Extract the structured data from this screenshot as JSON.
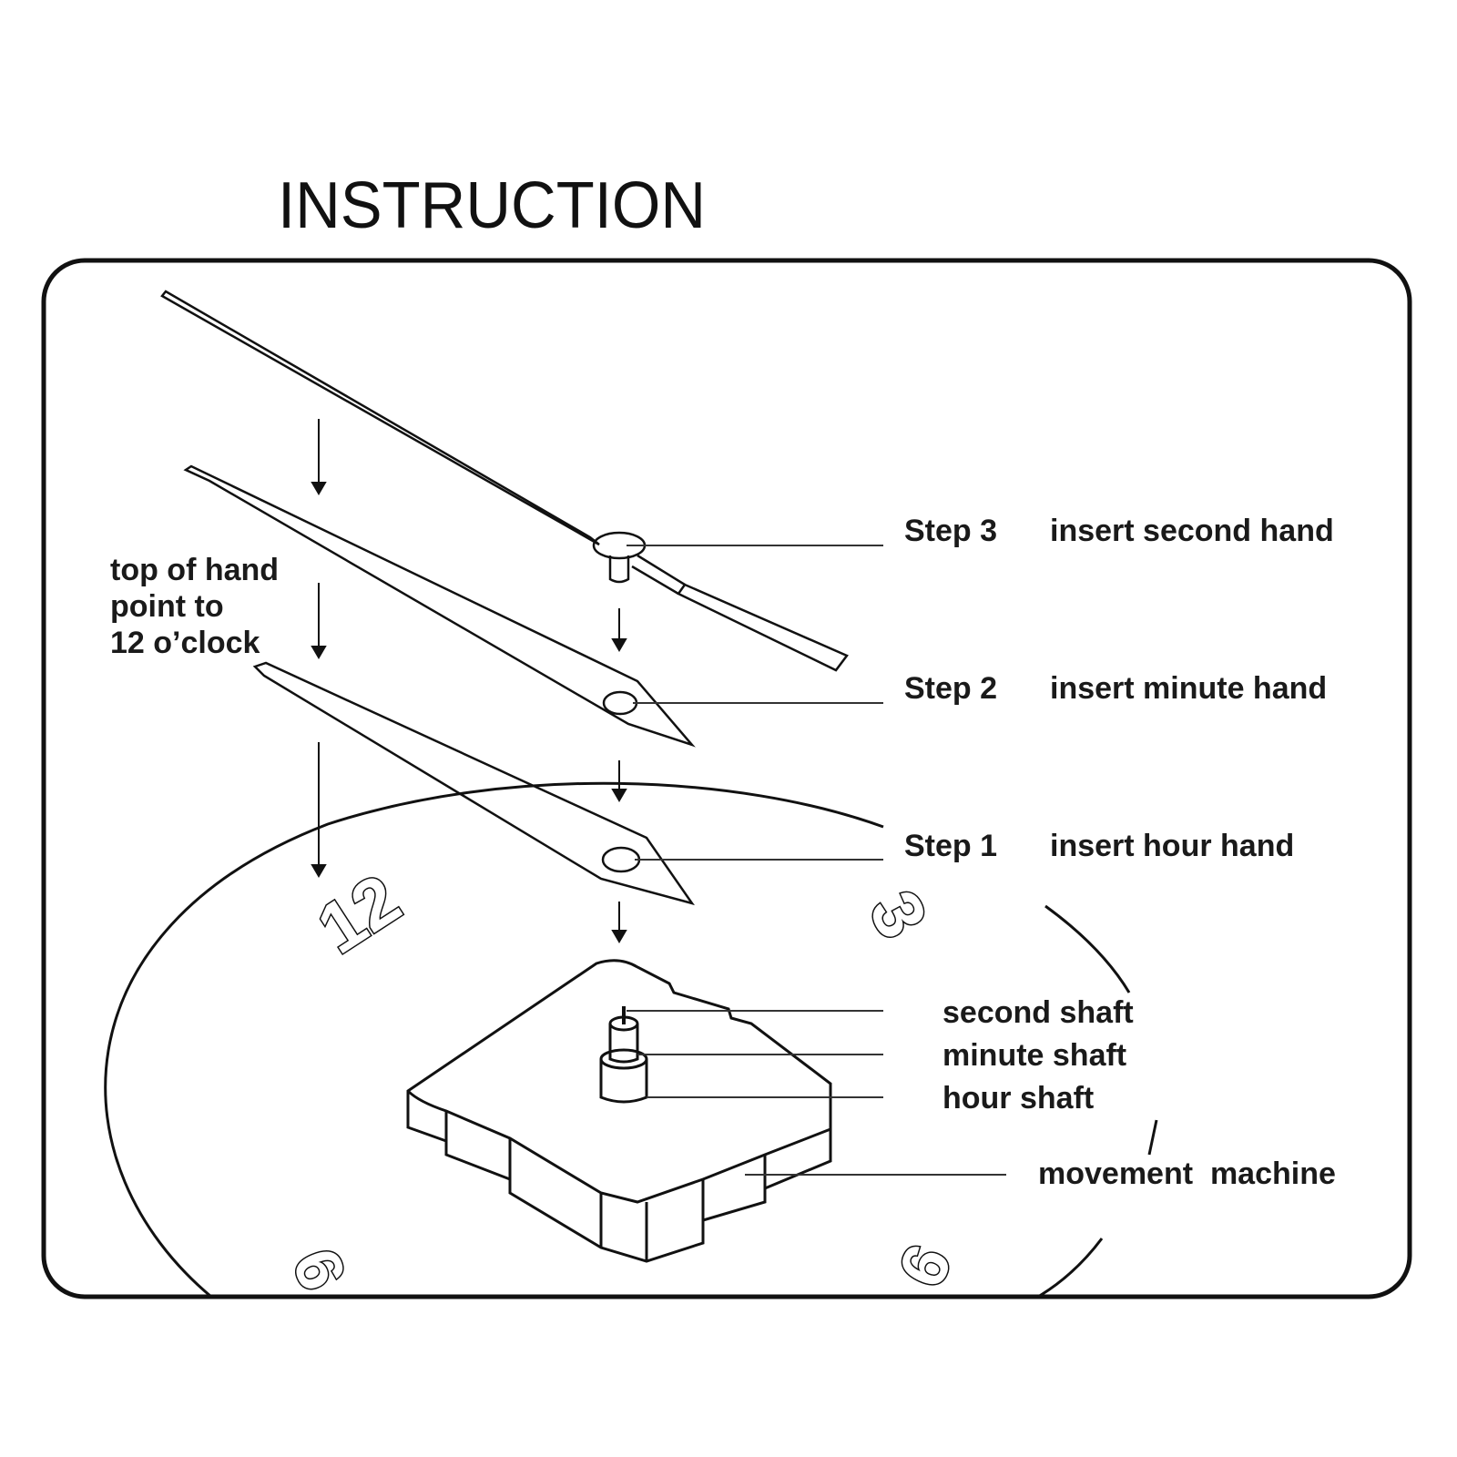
{
  "title": "INSTRUCTION",
  "note": {
    "line1": "top of hand",
    "line2": "point to",
    "line3": "12 o’clock"
  },
  "steps": [
    {
      "step": "Step 3",
      "action": "insert second hand"
    },
    {
      "step": "Step 2",
      "action": "insert minute hand"
    },
    {
      "step": "Step 1",
      "action": "insert hour hand"
    }
  ],
  "parts": {
    "second_shaft": "second shaft",
    "minute_shaft": "minute shaft",
    "hour_shaft": "hour shaft",
    "movement": "movement  machine"
  },
  "dial_numbers": {
    "twelve": "12",
    "three": "3",
    "six": "6",
    "nine": "9"
  }
}
